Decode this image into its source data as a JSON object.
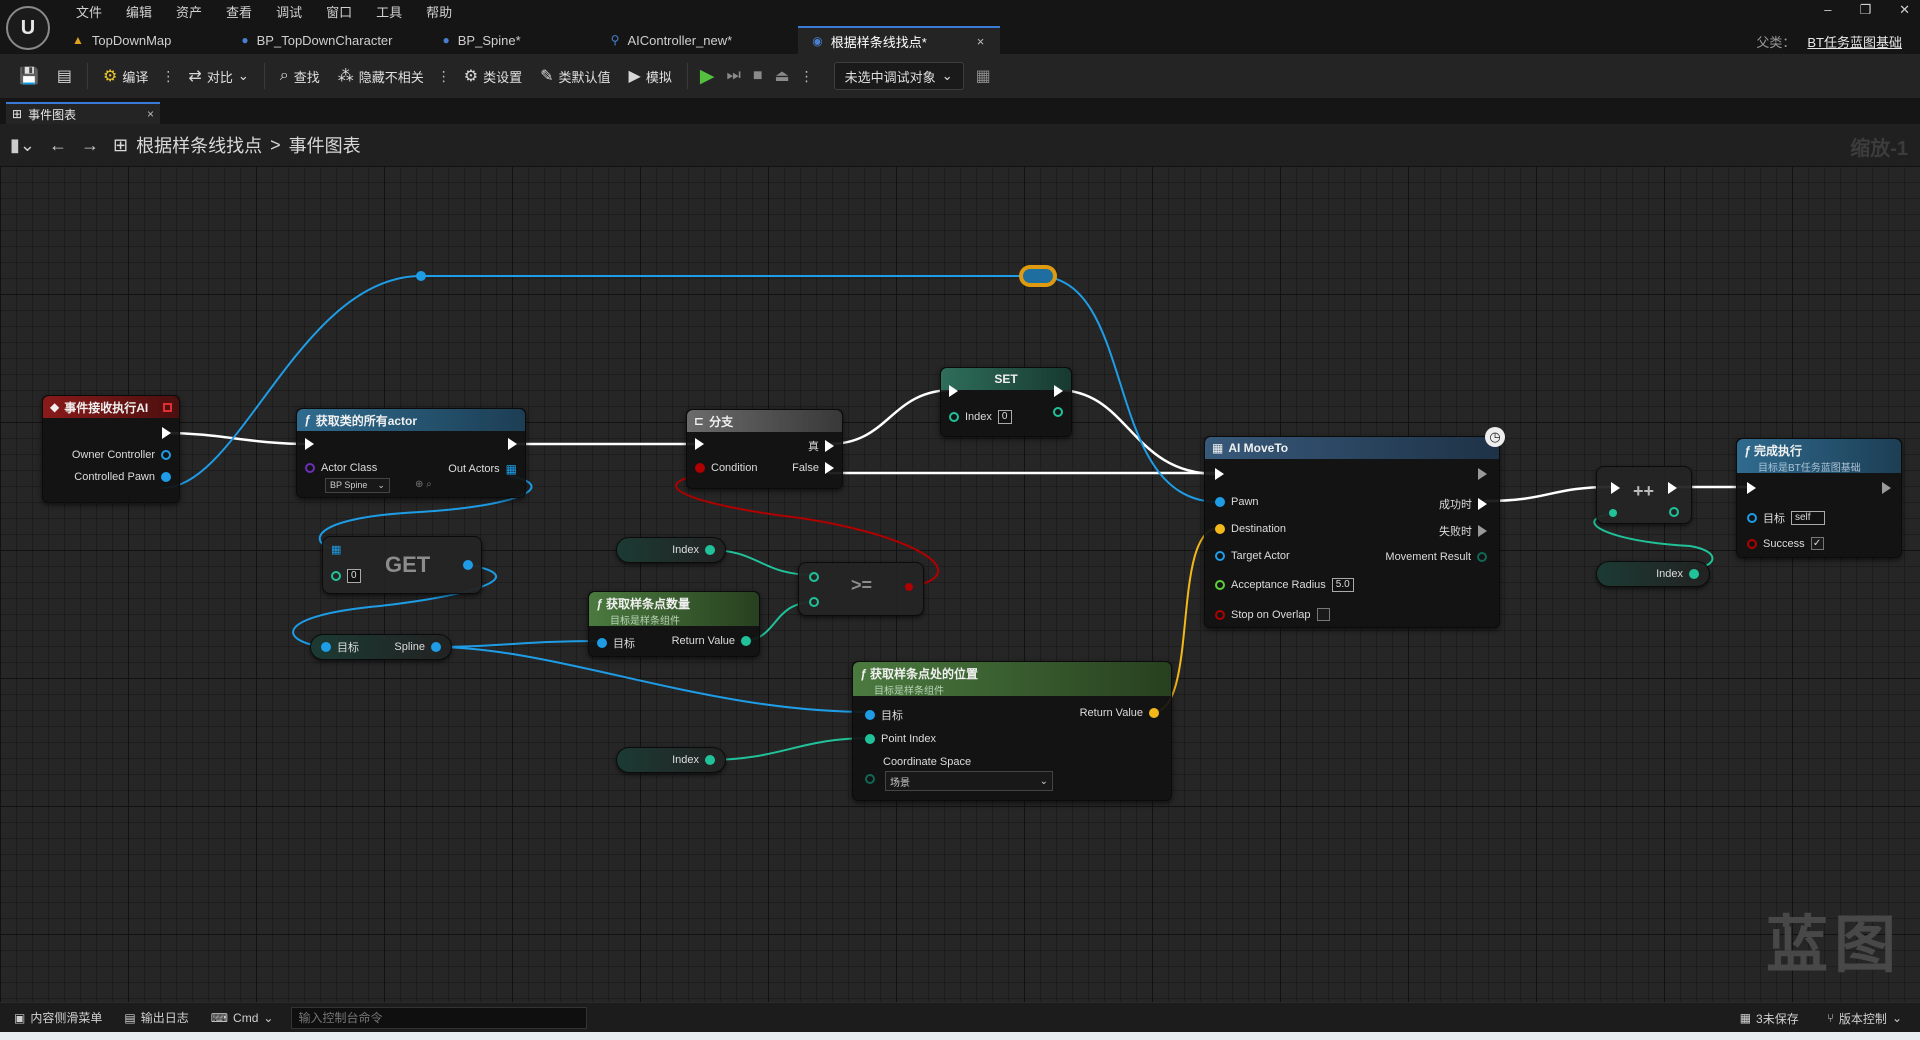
{
  "app": {
    "logo": "U",
    "menu": [
      "文件",
      "编辑",
      "资产",
      "查看",
      "调试",
      "窗口",
      "工具",
      "帮助"
    ],
    "tabs": [
      {
        "label": "TopDownMap",
        "icon": "map-icon"
      },
      {
        "label": "BP_TopDownCharacter",
        "icon": "character-icon"
      },
      {
        "label": "BP_Spine*",
        "icon": "blueprint-icon"
      },
      {
        "label": "AIController_new*",
        "icon": "ai-icon"
      },
      {
        "label": "根据样条线找点*",
        "icon": "task-icon",
        "close": "×"
      }
    ],
    "parent_label": "父类：",
    "parent_value": "BT任务蓝图基础",
    "window_controls": [
      "–",
      "❐",
      "✕"
    ]
  },
  "toolbar": {
    "compile": "编译",
    "diff": "对比",
    "find": "查找",
    "hide_unrelated": "隐藏不相关",
    "class_settings": "类设置",
    "class_defaults": "类默认值",
    "simulate": "模拟",
    "debug_target": "未选中调试对象"
  },
  "graph": {
    "tab_label": "事件图表",
    "tab_close": "×",
    "breadcrumb_root": "根据样条线找点",
    "breadcrumb_sep": ">",
    "breadcrumb_leaf": "事件图表",
    "zoom": "缩放-1",
    "watermark": "蓝图"
  },
  "nodes": {
    "event": {
      "title": "事件接收执行AI",
      "pins": [
        "Owner Controller",
        "Controlled Pawn"
      ]
    },
    "get_all": {
      "title": "获取类的所有actor",
      "actor_class": "Actor Class",
      "class_value": "BP Spine",
      "out": "Out Actors"
    },
    "get": {
      "label": "GET",
      "index": "0"
    },
    "spline_var": {
      "target": "目标",
      "spline": "Spline"
    },
    "branch": {
      "title": "分支",
      "true_label": "真",
      "condition": "Condition",
      "false_label": "False"
    },
    "set": {
      "title": "SET",
      "index_label": "Index",
      "index_value": "0"
    },
    "index_var_1": {
      "label": "Index"
    },
    "index_var_2": {
      "label": "Index"
    },
    "index_var_3": {
      "label": "Index"
    },
    "compare": {
      "label": ">="
    },
    "spline_count": {
      "title": "获取样条点数量",
      "subtitle": "目标是样条组件",
      "target": "目标",
      "ret": "Return Value"
    },
    "spline_loc": {
      "title": "获取样条点处的位置",
      "subtitle": "目标是样条组件",
      "target": "目标",
      "point_index": "Point Index",
      "coord_space": "Coordinate Space",
      "coord_value": "场景",
      "ret": "Return Value"
    },
    "moveto": {
      "title": "AI MoveTo",
      "pawn": "Pawn",
      "destination": "Destination",
      "target_actor": "Target Actor",
      "radius": "Acceptance Radius",
      "radius_value": "5.0",
      "stop_overlap": "Stop on Overlap",
      "success": "成功时",
      "fail": "失败时",
      "movement_result": "Movement Result"
    },
    "increment": {
      "label": "++"
    },
    "finish": {
      "title": "完成执行",
      "subtitle": "目标是BT任务蓝图基础",
      "target": "目标",
      "target_value": "self",
      "success": "Success",
      "success_check": "✓"
    }
  },
  "statusbar": {
    "content_drawer": "内容侧滑菜单",
    "output_log": "输出日志",
    "cmd": "Cmd",
    "cmd_placeholder": "输入控制台命令",
    "unsaved": "3未保存",
    "source_control": "版本控制"
  },
  "colors": {
    "accent": "#3a7bd5",
    "exec": "#ffffff",
    "object_pin": "#1e9de6",
    "int_pin": "#21c29a",
    "bool_pin": "#b00000",
    "vector_pin": "#f3b91b",
    "play": "#55c040"
  }
}
